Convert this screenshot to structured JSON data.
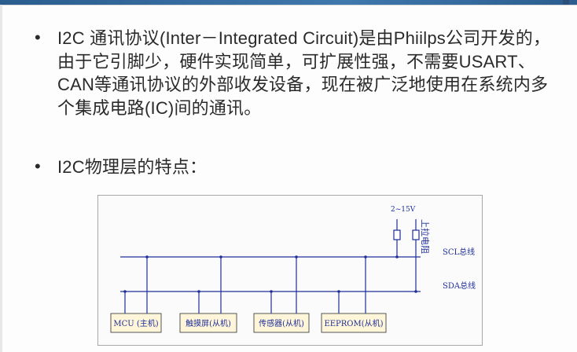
{
  "slide": {
    "bullets": [
      {
        "marker": "•",
        "text": "I2C 通讯协议(Inter－Integrated Circuit)是由Phiilps公司开发的，由于它引脚少，硬件实现简单，可扩展性强，不需要USART、CAN等通讯协议的外部收发设备，现在被广泛地使用在系统内多个集成电路(IC)间的通讯。"
      },
      {
        "marker": "•",
        "text": "I2C物理层的特点："
      }
    ]
  },
  "diagram": {
    "voltage_label": "2~15V",
    "pullup_label": "上拉电阻",
    "scl_label": "SCL总线",
    "sda_label": "SDA总线",
    "devices": [
      {
        "label": "MCU (主机)"
      },
      {
        "label": "触摸屏(从机)"
      },
      {
        "label": "传感器(从机)"
      },
      {
        "label": "EEPROM(从机)"
      }
    ],
    "colors": {
      "bus": "#1f2f9a",
      "box_border": "#555555",
      "box_fill": "#fff6d9",
      "text": "#1f2f9a"
    }
  }
}
